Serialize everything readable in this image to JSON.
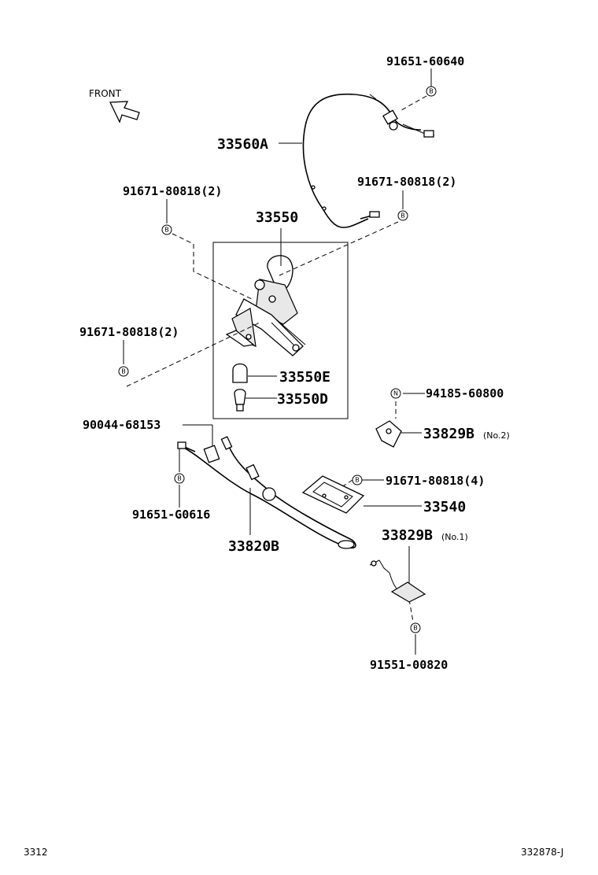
{
  "front_label": "FRONT",
  "marker_b": "B",
  "marker_n": "N",
  "labels": {
    "p91651_60640": "91651-60640",
    "p33560A": "33560A",
    "p91671_80818_2a": "91671-80818(2)",
    "p91671_80818_2b": "91671-80818(2)",
    "p33550": "33550",
    "p91671_80818_2c": "91671-80818(2)",
    "p33550E": "33550E",
    "p33550D": "33550D",
    "p94185_60800": "94185-60800",
    "p90044_68153": "90044-68153",
    "p33829B_2": "33829B",
    "p33829B_2_sub": "(No.2)",
    "p91671_80818_4": "91671-80818(4)",
    "p91651_G0616": "91651-G0616",
    "p33540": "33540",
    "p33820B": "33820B",
    "p33829B_1": "33829B",
    "p33829B_1_sub": "(No.1)",
    "p91551_00820": "91551-00820"
  },
  "footer": {
    "left": "3312",
    "right": "332878-J"
  }
}
